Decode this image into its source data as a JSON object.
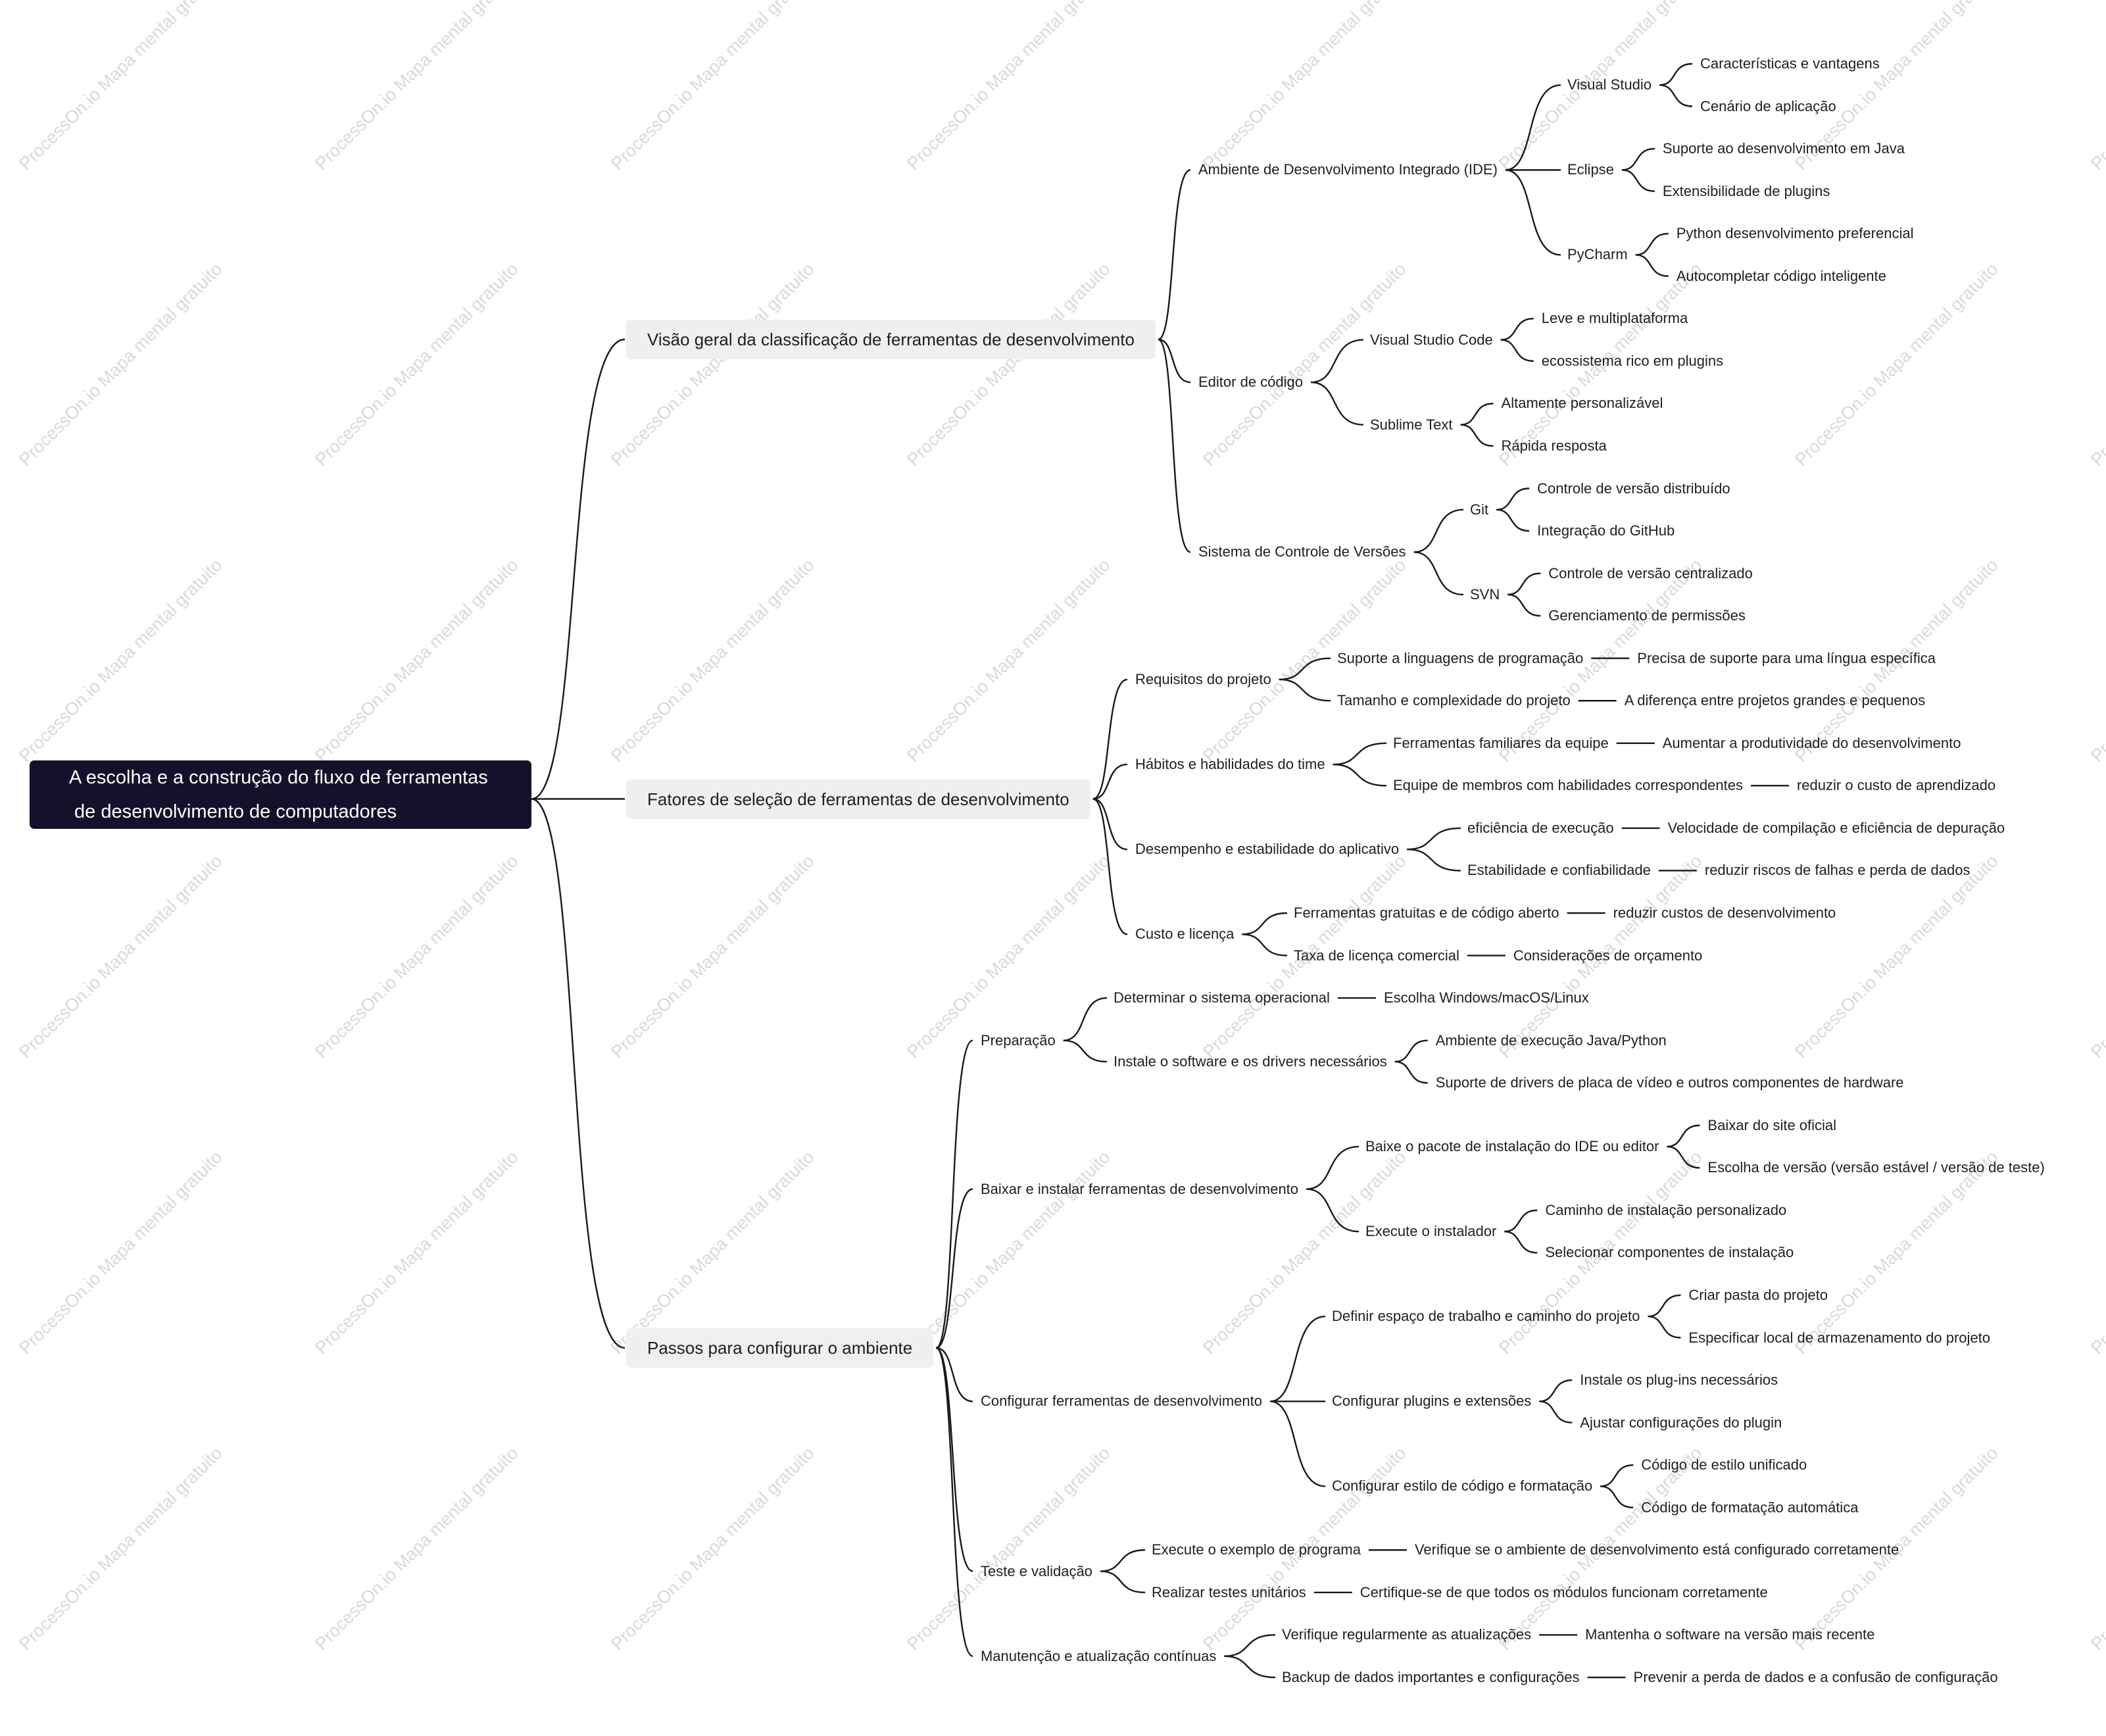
{
  "watermark": "ProcessOn.io Mapa mental gratuito",
  "colors": {
    "root_bg": "#14122a",
    "root_text": "#ffffff",
    "branch_bg": "#efefef",
    "line": "#1a1a1a",
    "text": "#1f1f1f",
    "watermark": "#d9d9d9"
  },
  "mindmap": {
    "root": {
      "line1": "A escolha e a construção do fluxo de ferramentas",
      "line2": "de desenvolvimento de computadores"
    },
    "branches": [
      {
        "label": "Visão geral da classificação de ferramentas de desenvolvimento",
        "children": [
          {
            "label": "Ambiente de Desenvolvimento Integrado (IDE)",
            "children": [
              {
                "label": "Visual Studio",
                "children": [
                  {
                    "label": "Características e vantagens"
                  },
                  {
                    "label": "Cenário de aplicação"
                  }
                ]
              },
              {
                "label": "Eclipse",
                "children": [
                  {
                    "label": "Suporte ao desenvolvimento em Java"
                  },
                  {
                    "label": "Extensibilidade de plugins"
                  }
                ]
              },
              {
                "label": "PyCharm",
                "children": [
                  {
                    "label": "Python desenvolvimento preferencial"
                  },
                  {
                    "label": "Autocompletar código inteligente"
                  }
                ]
              }
            ]
          },
          {
            "label": "Editor de código",
            "children": [
              {
                "label": "Visual Studio Code",
                "children": [
                  {
                    "label": "Leve e multiplataforma"
                  },
                  {
                    "label": "ecossistema rico em plugins"
                  }
                ]
              },
              {
                "label": "Sublime Text",
                "children": [
                  {
                    "label": "Altamente personalizável"
                  },
                  {
                    "label": "Rápida resposta"
                  }
                ]
              }
            ]
          },
          {
            "label": "Sistema de Controle de Versões",
            "children": [
              {
                "label": "Git",
                "children": [
                  {
                    "label": "Controle de versão distribuído"
                  },
                  {
                    "label": "Integração do GitHub"
                  }
                ]
              },
              {
                "label": "SVN",
                "children": [
                  {
                    "label": "Controle de versão centralizado"
                  },
                  {
                    "label": "Gerenciamento de permissões"
                  }
                ]
              }
            ]
          }
        ]
      },
      {
        "label": "Fatores de seleção de ferramentas de desenvolvimento",
        "children": [
          {
            "label": "Requisitos do projeto",
            "children": [
              {
                "label": "Suporte a linguagens de programação",
                "children": [
                  {
                    "label": "Precisa de suporte para uma língua específica"
                  }
                ]
              },
              {
                "label": "Tamanho e complexidade do projeto",
                "children": [
                  {
                    "label": "A diferença entre projetos grandes e pequenos"
                  }
                ]
              }
            ]
          },
          {
            "label": "Hábitos e habilidades do time",
            "children": [
              {
                "label": "Ferramentas familiares da equipe",
                "children": [
                  {
                    "label": "Aumentar a produtividade do desenvolvimento"
                  }
                ]
              },
              {
                "label": "Equipe de membros com habilidades correspondentes",
                "children": [
                  {
                    "label": "reduzir o custo de aprendizado"
                  }
                ]
              }
            ]
          },
          {
            "label": "Desempenho e estabilidade do aplicativo",
            "children": [
              {
                "label": "eficiência de execução",
                "children": [
                  {
                    "label": "Velocidade de compilação e eficiência de depuração"
                  }
                ]
              },
              {
                "label": "Estabilidade e confiabilidade",
                "children": [
                  {
                    "label": "reduzir riscos de falhas e perda de dados"
                  }
                ]
              }
            ]
          },
          {
            "label": "Custo e licença",
            "children": [
              {
                "label": "Ferramentas gratuitas e de código aberto",
                "children": [
                  {
                    "label": "reduzir custos de desenvolvimento"
                  }
                ]
              },
              {
                "label": "Taxa de licença comercial",
                "children": [
                  {
                    "label": "Considerações de orçamento"
                  }
                ]
              }
            ]
          }
        ]
      },
      {
        "label": "Passos para configurar o ambiente",
        "children": [
          {
            "label": "Preparação",
            "children": [
              {
                "label": "Determinar o sistema operacional",
                "children": [
                  {
                    "label": "Escolha Windows/macOS/Linux"
                  }
                ]
              },
              {
                "label": "Instale o software e os drivers necessários",
                "children": [
                  {
                    "label": "Ambiente de execução Java/Python"
                  },
                  {
                    "label": "Suporte de drivers de placa de vídeo e outros componentes de hardware"
                  }
                ]
              }
            ]
          },
          {
            "label": "Baixar e instalar ferramentas de desenvolvimento",
            "children": [
              {
                "label": "Baixe o pacote de instalação do IDE ou editor",
                "children": [
                  {
                    "label": "Baixar do site oficial"
                  },
                  {
                    "label": "Escolha de versão (versão estável / versão de teste)"
                  }
                ]
              },
              {
                "label": "Execute o instalador",
                "children": [
                  {
                    "label": "Caminho de instalação personalizado"
                  },
                  {
                    "label": "Selecionar componentes de instalação"
                  }
                ]
              }
            ]
          },
          {
            "label": "Configurar ferramentas de desenvolvimento",
            "children": [
              {
                "label": "Definir espaço de trabalho e caminho do projeto",
                "children": [
                  {
                    "label": "Criar pasta do projeto"
                  },
                  {
                    "label": "Especificar local de armazenamento do projeto"
                  }
                ]
              },
              {
                "label": "Configurar plugins e extensões",
                "children": [
                  {
                    "label": "Instale os plug-ins necessários"
                  },
                  {
                    "label": "Ajustar configurações do plugin"
                  }
                ]
              },
              {
                "label": "Configurar estilo de código e formatação",
                "children": [
                  {
                    "label": "Código de estilo unificado"
                  },
                  {
                    "label": "Código de formatação automática"
                  }
                ]
              }
            ]
          },
          {
            "label": "Teste e validação",
            "children": [
              {
                "label": "Execute o exemplo de programa",
                "children": [
                  {
                    "label": "Verifique se o ambiente de desenvolvimento está configurado corretamente"
                  }
                ]
              },
              {
                "label": "Realizar testes unitários",
                "children": [
                  {
                    "label": "Certifique-se de que todos os módulos funcionam corretamente"
                  }
                ]
              }
            ]
          },
          {
            "label": "Manutenção e atualização contínuas",
            "children": [
              {
                "label": "Verifique regularmente as atualizações",
                "children": [
                  {
                    "label": "Mantenha o software na versão mais recente"
                  }
                ]
              },
              {
                "label": "Backup de dados importantes e configurações",
                "children": [
                  {
                    "label": "Prevenir a perda de dados e a confusão de configuração"
                  }
                ]
              }
            ]
          }
        ]
      }
    ]
  }
}
